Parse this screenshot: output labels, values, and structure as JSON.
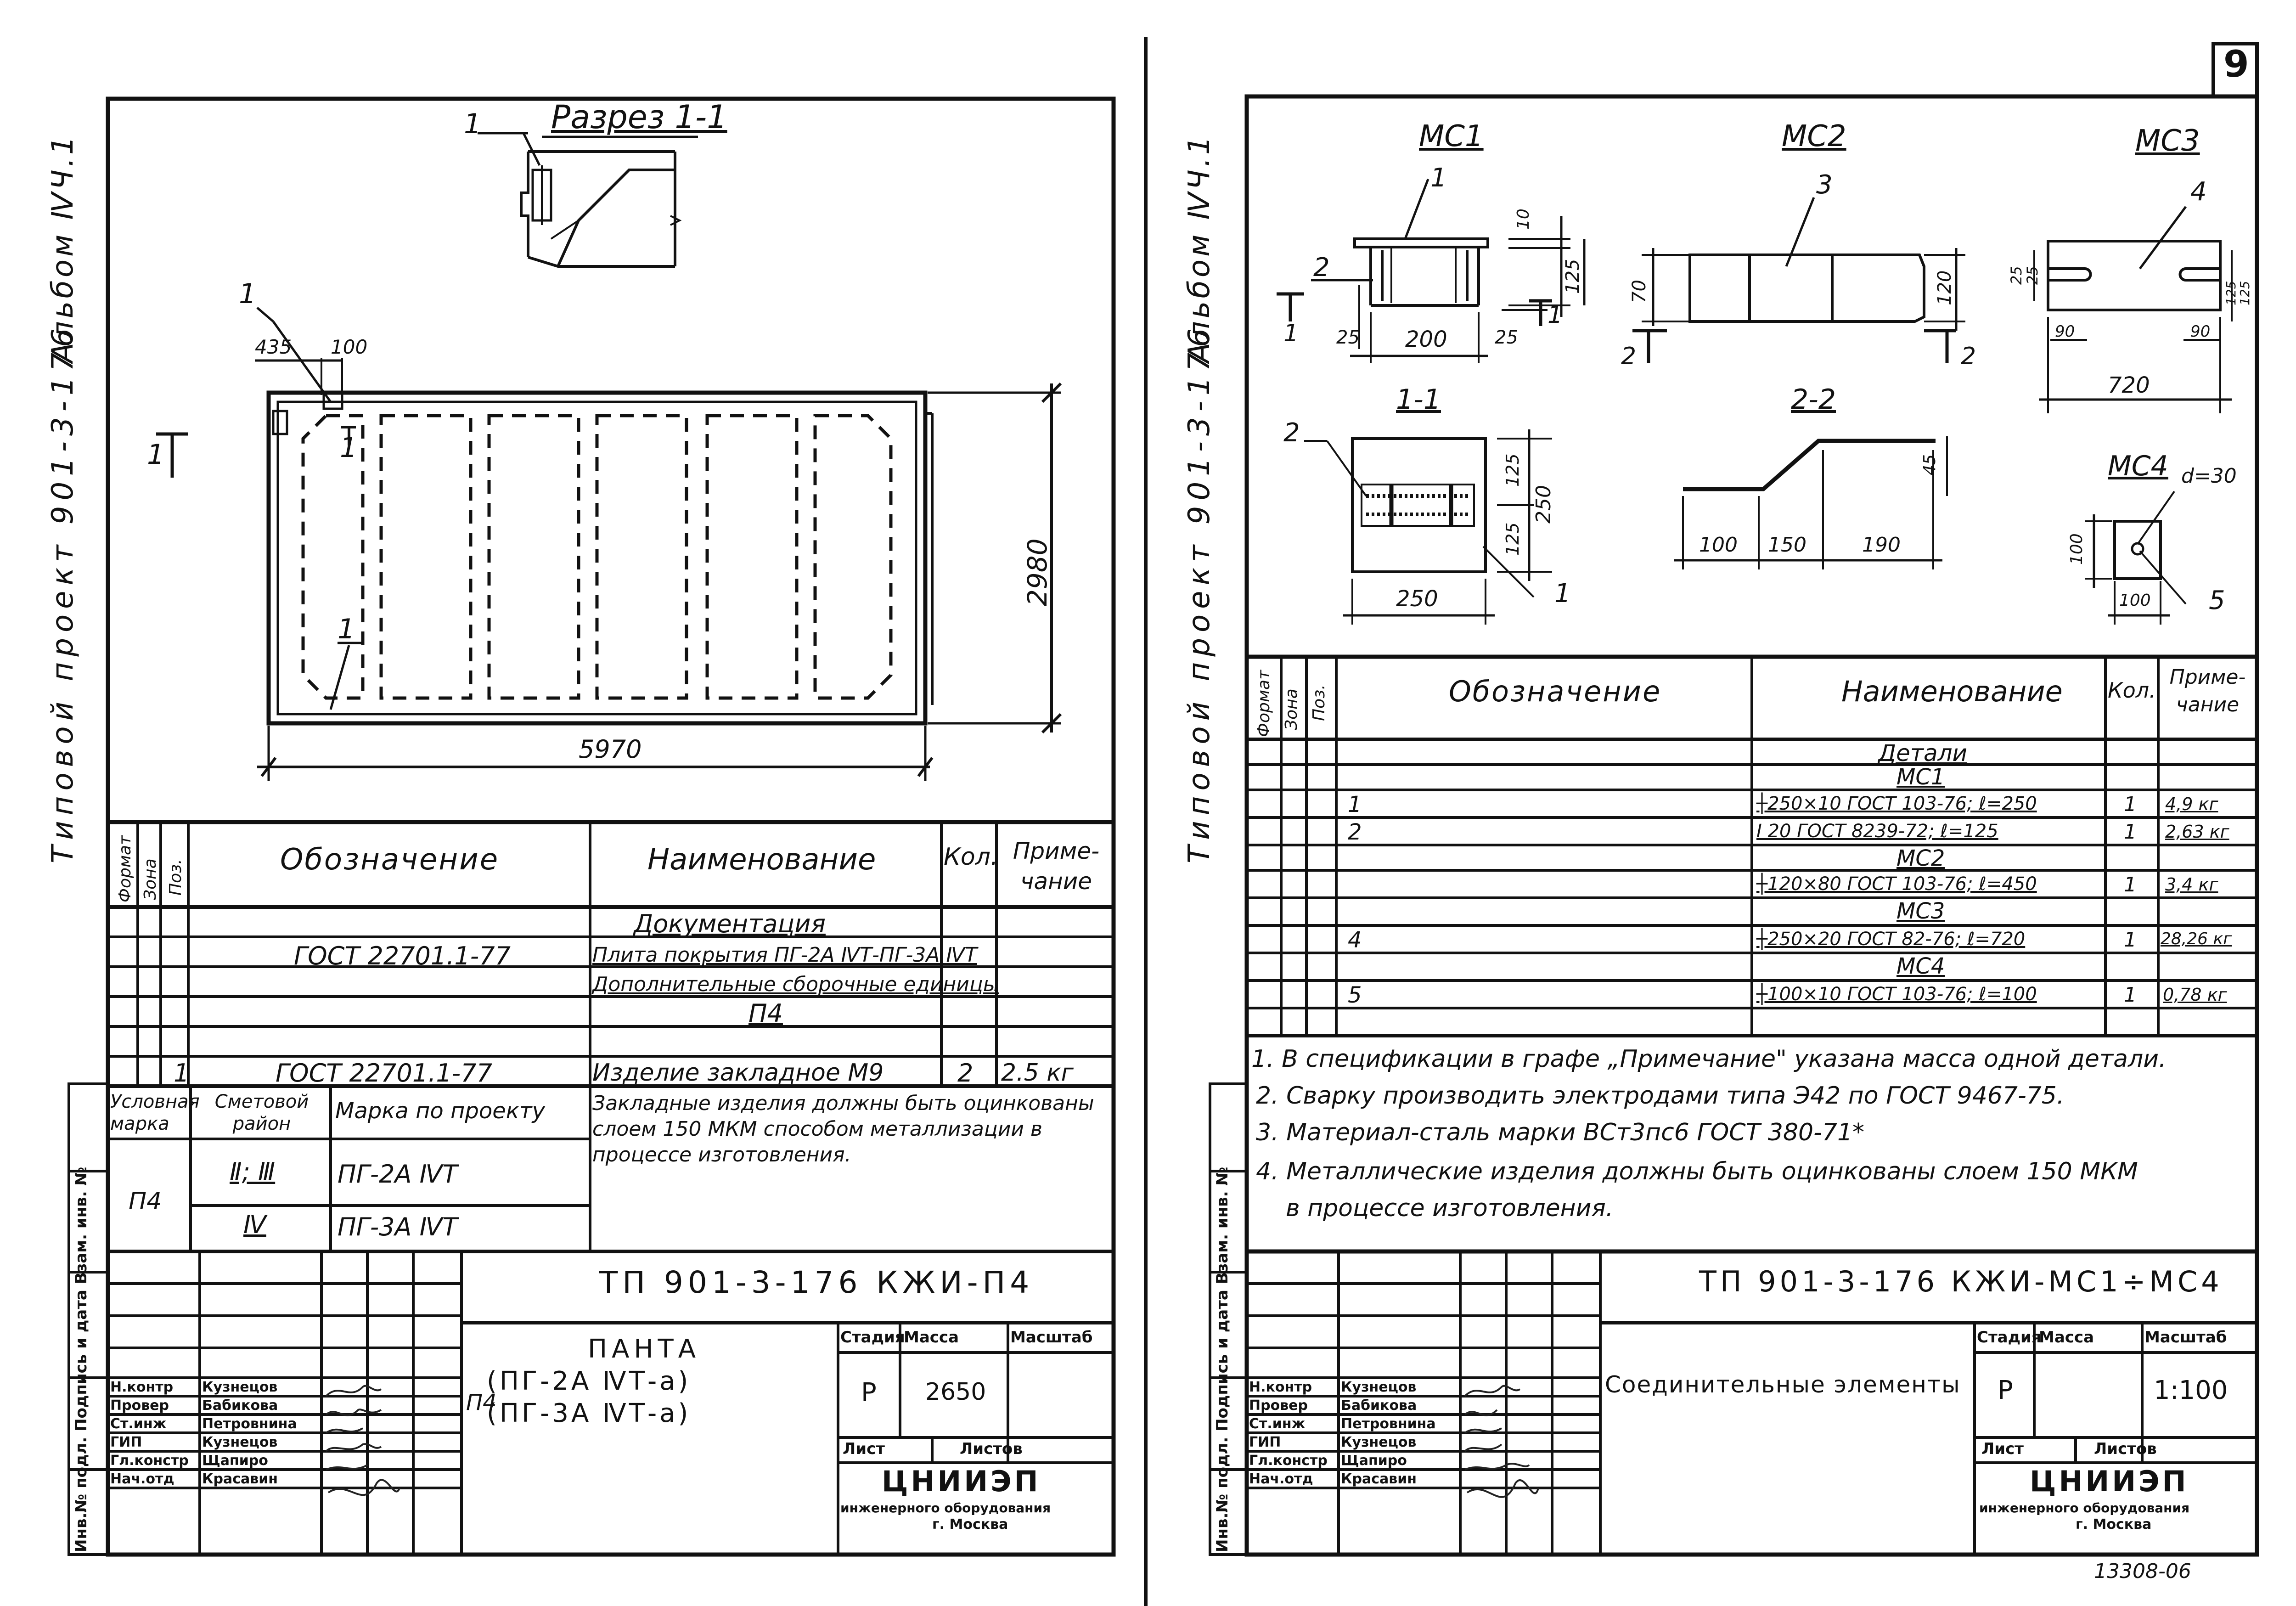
{
  "page_number": "9",
  "left": {
    "side_labels": {
      "album": "Альбом ⅣЧ.1",
      "project": "Типовой проект 901-3-176",
      "sheet_marks": "Инв.№ подл. Подпись и дата Взам. инв. №"
    },
    "section_title": "Разрез 1-1",
    "callouts": [
      "1",
      "1",
      "1",
      "1",
      "1"
    ],
    "dims": {
      "d435": "435",
      "d100": "100",
      "length": "5970",
      "height": "2980"
    },
    "spec_header": {
      "format": "Формат",
      "zone": "Зона",
      "pos": "Поз.",
      "designation": "Обозначение",
      "name": "Наименование",
      "qty": "Кол.",
      "note": "Приме-чание"
    },
    "spec_rows": [
      {
        "pos": "",
        "designation": "",
        "name": "Документация",
        "qty": "",
        "note": "",
        "heading": true
      },
      {
        "pos": "",
        "designation": "ГОСТ 22701.1-77",
        "name": "Плита покрытия ПГ-2А ⅣТ-ПГ-3А ⅣТ",
        "qty": "",
        "note": ""
      },
      {
        "pos": "",
        "designation": "",
        "name": "Дополнительные сборочные единицы",
        "qty": "",
        "note": ""
      },
      {
        "pos": "",
        "designation": "",
        "name": "П4",
        "qty": "",
        "note": "",
        "heading": true
      },
      {
        "pos": "1",
        "designation": "ГОСТ 22701.1-77",
        "name": "Изделие закладное М9",
        "qty": "2",
        "note": "2.5 кг"
      }
    ],
    "mark_table": {
      "h1": "Условная марка",
      "h2": "Сметовой район",
      "h3": "Марка по проекту",
      "cond": "П4",
      "regions1": "Ⅱ; Ⅲ",
      "regions2": "Ⅳ",
      "mark1": "ПГ-2А ⅣТ",
      "mark2": "ПГ-3А ⅣТ"
    },
    "note": "Закладные изделия должны быть оцинкованы слоем 150 МКМ способом металлизации в процессе изготовления.",
    "stamp": {
      "code": "ТП 901-3-176 КЖИ-П4",
      "title_lines": [
        "ПАНТА",
        "(ПГ-2А ⅣТ-а)",
        "(ПГ-3А ⅣТ-а)"
      ],
      "title_prefix": "П4",
      "stage_h": "Стадия",
      "mass_h": "Масса",
      "scale_h": "Масштаб",
      "stage": "Р",
      "mass": "2650",
      "sheet_h": "Лист",
      "sheets_h": "Листов",
      "org": "ЦНИИЭП",
      "org2": "инженерного оборудования",
      "city": "г. Москва",
      "roles": [
        "Н.контр",
        "Провер",
        "Ст.инж",
        "ГИП",
        "Гл.констр",
        "Нач.отд"
      ],
      "people": [
        "Кузнецов",
        "Бабикова",
        "Петровнина",
        "Кузнецов",
        "Щапиро",
        "Красавин"
      ]
    }
  },
  "right": {
    "side_labels": {
      "album": "Альбом ⅣЧ.1",
      "project": "Типовой проект 901-3-176",
      "sheet_marks": "Инв.№ подл. Подпись и дата Взам. инв. №"
    },
    "details": {
      "mc1": {
        "title": "МС1",
        "callouts": [
          "1",
          "2"
        ],
        "dims": [
          "25",
          "200",
          "25",
          "10",
          "125"
        ]
      },
      "mc2": {
        "title": "МС2",
        "callouts": [
          "3"
        ],
        "dims": [
          "70",
          "120"
        ]
      },
      "mc3": {
        "title": "МС3",
        "callouts": [
          "4"
        ],
        "dims": [
          "25",
          "25",
          "90",
          "90",
          "720",
          "125",
          "125"
        ]
      },
      "sec11": {
        "title": "1-1",
        "callouts": [
          "2",
          "1"
        ],
        "dims": [
          "125",
          "125",
          "250",
          "250"
        ]
      },
      "sec22": {
        "title": "2-2",
        "dims": [
          "100",
          "150",
          "190",
          "45"
        ]
      },
      "mc4": {
        "title": "МС4",
        "d": "d=30",
        "callouts": [
          "5"
        ],
        "dims": [
          "100",
          "100"
        ]
      },
      "cut_marks": [
        "1",
        "1",
        "2",
        "2"
      ]
    },
    "spec_header": {
      "format": "Формат",
      "zone": "Зона",
      "pos": "Поз.",
      "designation": "Обозначение",
      "name": "Наименование",
      "qty": "Кол.",
      "note": "Приме-чание"
    },
    "spec_rows": [
      {
        "pos": "",
        "name": "Детали",
        "qty": "",
        "note": "",
        "heading": true
      },
      {
        "pos": "",
        "name": "МС1",
        "qty": "",
        "note": "",
        "heading": true
      },
      {
        "pos": "1",
        "name": "┼250×10 ГОСТ 103-76; ℓ=250",
        "qty": "1",
        "note": "4,9 кг"
      },
      {
        "pos": "2",
        "name": "I 20 ГОСТ 8239-72; ℓ=125",
        "qty": "1",
        "note": "2,63 кг"
      },
      {
        "pos": "",
        "name": "МС2",
        "qty": "",
        "note": "",
        "heading": true
      },
      {
        "pos": "",
        "name": "┼120×80 ГОСТ 103-76; ℓ=450",
        "qty": "1",
        "note": "3,4 кг"
      },
      {
        "pos": "",
        "name": "МС3",
        "qty": "",
        "note": "",
        "heading": true
      },
      {
        "pos": "4",
        "name": "┼250×20 ГОСТ 82-76; ℓ=720",
        "qty": "1",
        "note": "28,26 кг"
      },
      {
        "pos": "",
        "name": "МС4",
        "qty": "",
        "note": "",
        "heading": true
      },
      {
        "pos": "5",
        "name": "┼100×10 ГОСТ 103-76; ℓ=100",
        "qty": "1",
        "note": "0,78 кг"
      }
    ],
    "notes": [
      "1. В спецификации в графе „Примечание\" указана масса одной детали.",
      "2. Сварку производить электродами типа Э42 по ГОСТ 9467-75.",
      "3. Материал-сталь марки ВСт3пс6 ГОСТ 380-71*",
      "4. Металлические изделия должны быть оцинкованы слоем 150 МКМ",
      "в процессе изготовления."
    ],
    "stamp": {
      "code": "ТП 901-3-176 КЖИ-МС1÷МС4",
      "title": "Соединительные элементы",
      "stage_h": "Стадия",
      "mass_h": "Масса",
      "scale_h": "Масштаб",
      "stage": "Р",
      "scale": "1:100",
      "sheet_h": "Лист",
      "sheets_h": "Листов",
      "org": "ЦНИИЭП",
      "org2": "инженерного оборудования",
      "city": "г. Москва",
      "roles": [
        "Н.контр",
        "Провер",
        "Ст.инж",
        "ГИП",
        "Гл.констр",
        "Нач.отд"
      ],
      "people": [
        "Кузнецов",
        "Бабикова",
        "Петровнина",
        "Кузнецов",
        "Щапиро",
        "Красавин"
      ]
    },
    "archive_no": "13308-06"
  }
}
